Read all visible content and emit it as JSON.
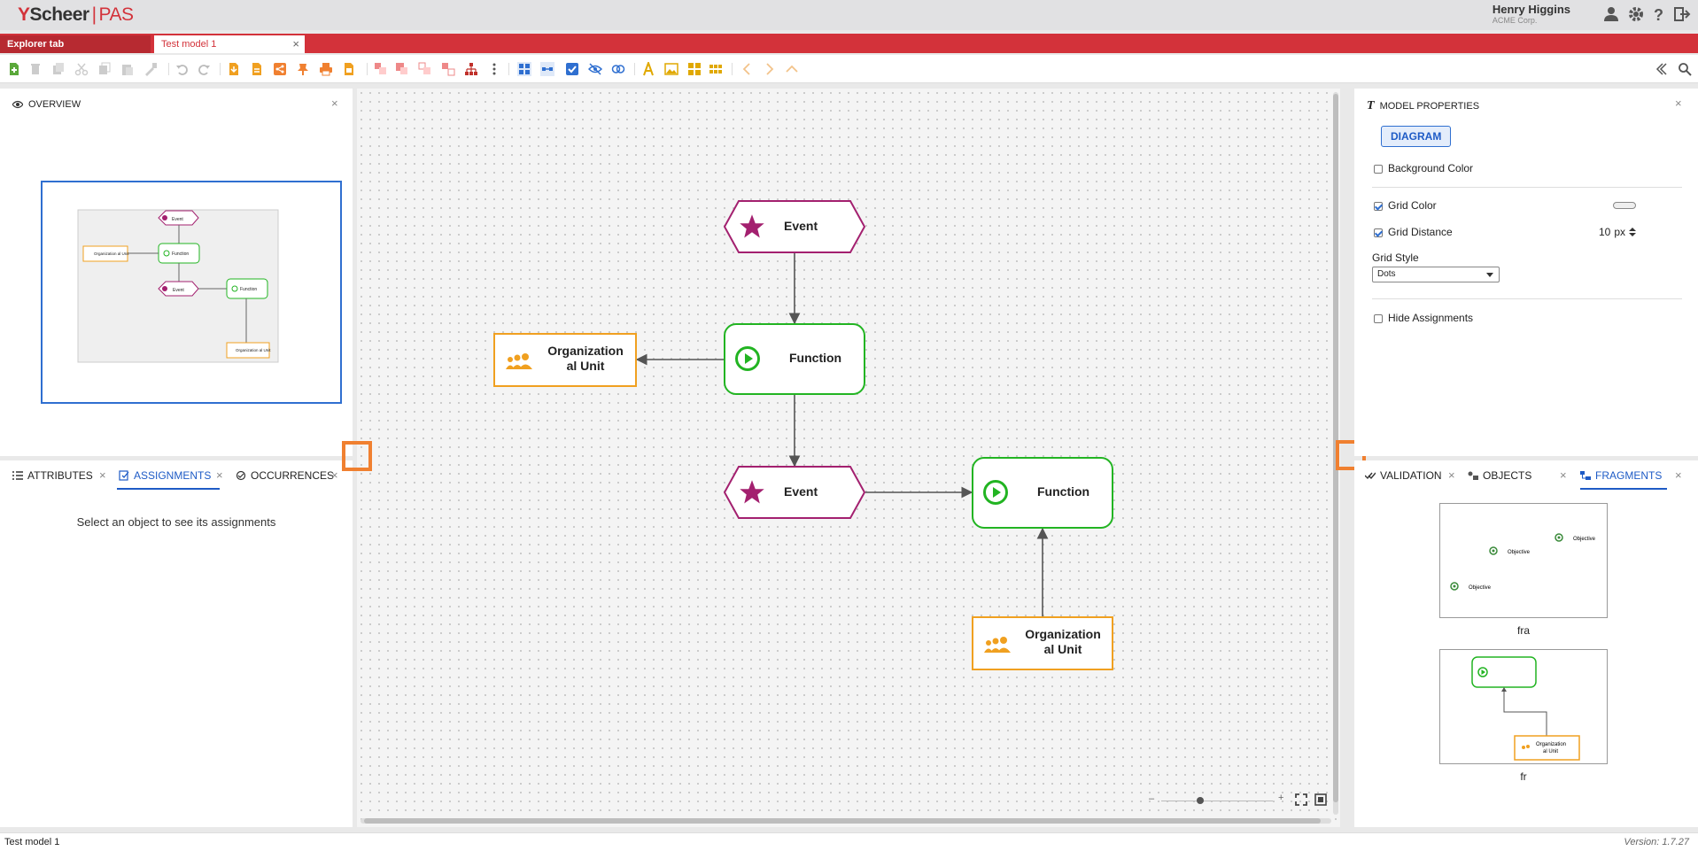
{
  "header": {
    "logo_brand": "Scheer",
    "logo_separator": "|",
    "logo_product": "PAS",
    "user_name": "Henry Higgins",
    "user_company": "ACME Corp."
  },
  "tabs": {
    "explorer": "Explorer tab",
    "model": "Test model 1",
    "close": "×"
  },
  "overview": {
    "title": "OVERVIEW",
    "close": "×",
    "mini_labels": {
      "event": "Event",
      "function": "Function",
      "org": "Organization al Unit"
    }
  },
  "bottom_left": {
    "tabs": [
      "ATTRIBUTES",
      "ASSIGNMENTS",
      "OCCURRENCES"
    ],
    "active_tab": "ASSIGNMENTS",
    "close": "×",
    "message": "Select an object to see its assignments"
  },
  "diagram": {
    "event1": "Event",
    "function1": "Function",
    "org1_line1": "Organization",
    "org1_line2": "al Unit",
    "event2": "Event",
    "function2": "Function",
    "org2_line1": "Organization",
    "org2_line2": "al Unit"
  },
  "zoom": {
    "minus": "–",
    "plus": "+",
    "level": 0.35
  },
  "model_properties": {
    "title": "MODEL PROPERTIES",
    "close": "×",
    "tab": "DIAGRAM",
    "background_color_label": "Background Color",
    "background_color_checked": false,
    "grid_color_label": "Grid Color",
    "grid_color_checked": true,
    "grid_distance_label": "Grid Distance",
    "grid_distance_checked": true,
    "grid_distance_value": "10",
    "grid_distance_unit": "px",
    "grid_style_label": "Grid Style",
    "grid_style_value": "Dots",
    "hide_assignments_label": "Hide Assignments",
    "hide_assignments_checked": false
  },
  "fragments_panel": {
    "tabs": [
      "VALIDATION",
      "OBJECTS",
      "FRAGMENTS"
    ],
    "active_tab": "FRAGMENTS",
    "close": "×",
    "items": [
      {
        "name": "fra",
        "objective_label": "Objective"
      },
      {
        "name": "fr",
        "org_label_line1": "Organization",
        "org_label_line2": "al Unit"
      }
    ]
  },
  "status": {
    "model_name": "Test model 1",
    "version": "Version: 1.7.27"
  },
  "colors": {
    "brand_red": "#d3323a",
    "event_magenta": "#a3206f",
    "function_green": "#22b422",
    "org_orange": "#f0a020",
    "active_blue": "#1e5bc6",
    "highlight_orange": "#f08030"
  }
}
